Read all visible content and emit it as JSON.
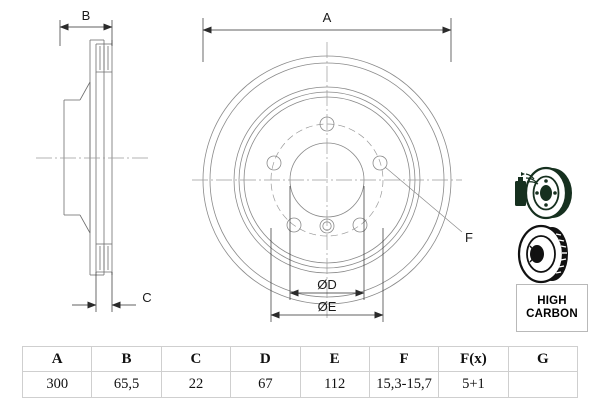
{
  "drawing": {
    "side_view": {
      "dimension_labels": [
        {
          "name": "B",
          "text": "B",
          "meaning": "overall-height"
        },
        {
          "name": "C",
          "text": "C",
          "meaning": "disc-thickness"
        }
      ]
    },
    "front_view": {
      "dimension_labels": [
        {
          "name": "A",
          "text": "A",
          "meaning": "outer-diameter"
        },
        {
          "name": "D",
          "text": "ØD",
          "meaning": "centre-bore-diameter"
        },
        {
          "name": "E",
          "text": "ØE",
          "meaning": "bolt-circle-diameter"
        },
        {
          "name": "F",
          "text": "F",
          "meaning": "bolt-hole-diameter"
        }
      ]
    }
  },
  "product_panel": {
    "images": [
      {
        "name": "coated-disc-with-spray-can",
        "alt": "brake disc with anti-corrosion spray can"
      },
      {
        "name": "vented-brake-disc",
        "alt": "vented brake disc perspective view"
      }
    ],
    "badge": {
      "line1": "HIGH",
      "line2": "CARBON"
    }
  },
  "specs_table": {
    "headers": [
      "A",
      "B",
      "C",
      "D",
      "E",
      "F",
      "F(x)",
      "G"
    ],
    "rows": [
      [
        "300",
        "65,5",
        "22",
        "67",
        "112",
        "15,3-15,7",
        "5+1",
        ""
      ]
    ]
  },
  "colors": {
    "line": "#6e6e6e",
    "dim_line": "#2b2b2b",
    "badge_text": "#000000",
    "product_dark": "#16301f",
    "table_border": "#cfcfcf"
  }
}
